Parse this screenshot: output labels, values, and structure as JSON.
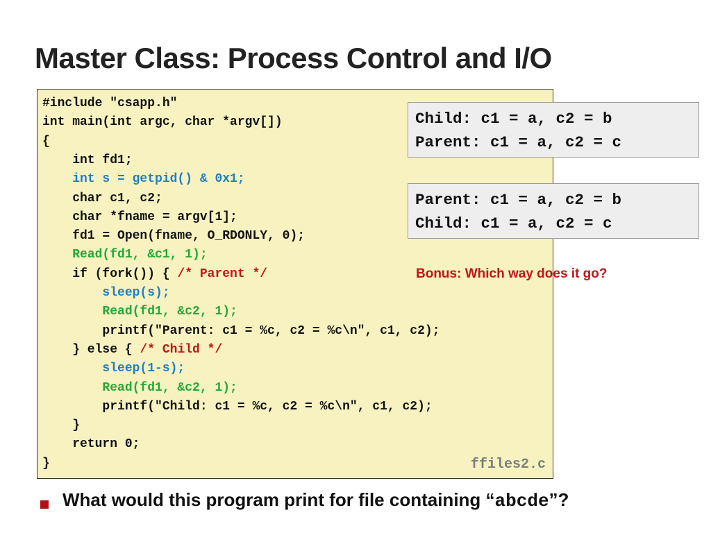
{
  "slide": {
    "title": "Master Class: Process Control and I/O"
  },
  "code": {
    "lines": [
      [
        {
          "text": "#include \"csapp.h\"",
          "color": "black"
        }
      ],
      [
        {
          "text": "int main(int argc, char *argv[])",
          "color": "black"
        }
      ],
      [
        {
          "text": "{",
          "color": "black"
        }
      ],
      [
        {
          "text": "    int fd1;",
          "color": "black"
        }
      ],
      [
        {
          "text": "    int s = getpid() & 0x1;",
          "color": "blue"
        }
      ],
      [
        {
          "text": "    char c1, c2;",
          "color": "black"
        }
      ],
      [
        {
          "text": "    char *fname = argv[1];",
          "color": "black"
        }
      ],
      [
        {
          "text": "    fd1 = Open(fname, O_RDONLY, 0);",
          "color": "black"
        }
      ],
      [
        {
          "text": "    Read(fd1, &c1, 1);",
          "color": "green"
        }
      ],
      [
        {
          "text": "    if (fork()) { ",
          "color": "black"
        },
        {
          "text": "/* Parent */",
          "color": "red"
        }
      ],
      [
        {
          "text": "        sleep(s);",
          "color": "blue"
        }
      ],
      [
        {
          "text": "        Read(fd1, &c2, 1);",
          "color": "green"
        }
      ],
      [
        {
          "text": "        printf(\"Parent: c1 = %c, c2 = %c\\n\", c1, c2);",
          "color": "black"
        }
      ],
      [
        {
          "text": "    } else { ",
          "color": "black"
        },
        {
          "text": "/* Child */",
          "color": "red"
        }
      ],
      [
        {
          "text": "        sleep(1-s);",
          "color": "blue"
        }
      ],
      [
        {
          "text": "        Read(fd1, &c2, 1);",
          "color": "green"
        }
      ],
      [
        {
          "text": "        printf(\"Child: c1 = %c, c2 = %c\\n\", c1, c2);",
          "color": "black"
        }
      ],
      [
        {
          "text": "    }",
          "color": "black"
        }
      ],
      [
        {
          "text": "    return 0;",
          "color": "black"
        }
      ],
      [
        {
          "text": "}",
          "color": "black"
        }
      ]
    ],
    "filename": "ffiles2.c"
  },
  "outputs": {
    "box1": [
      "Child: c1 = a, c2 = b",
      "Parent: c1 = a, c2 = c"
    ],
    "box2": [
      "Parent: c1 = a, c2 = b",
      "Child: c1 = a, c2 = c"
    ]
  },
  "bonus": "Bonus: Which way does it go?",
  "question": {
    "prefix": "What would this program print for file containing “",
    "code": "abcde",
    "suffix": "”?"
  },
  "colors": {
    "code_background": "#f7f2c0",
    "blue_code": "#1f7fc4",
    "green_code": "#22a838",
    "red_code": "#c0151a",
    "bullet": "#b01015",
    "filename": "#7d7d7d"
  }
}
